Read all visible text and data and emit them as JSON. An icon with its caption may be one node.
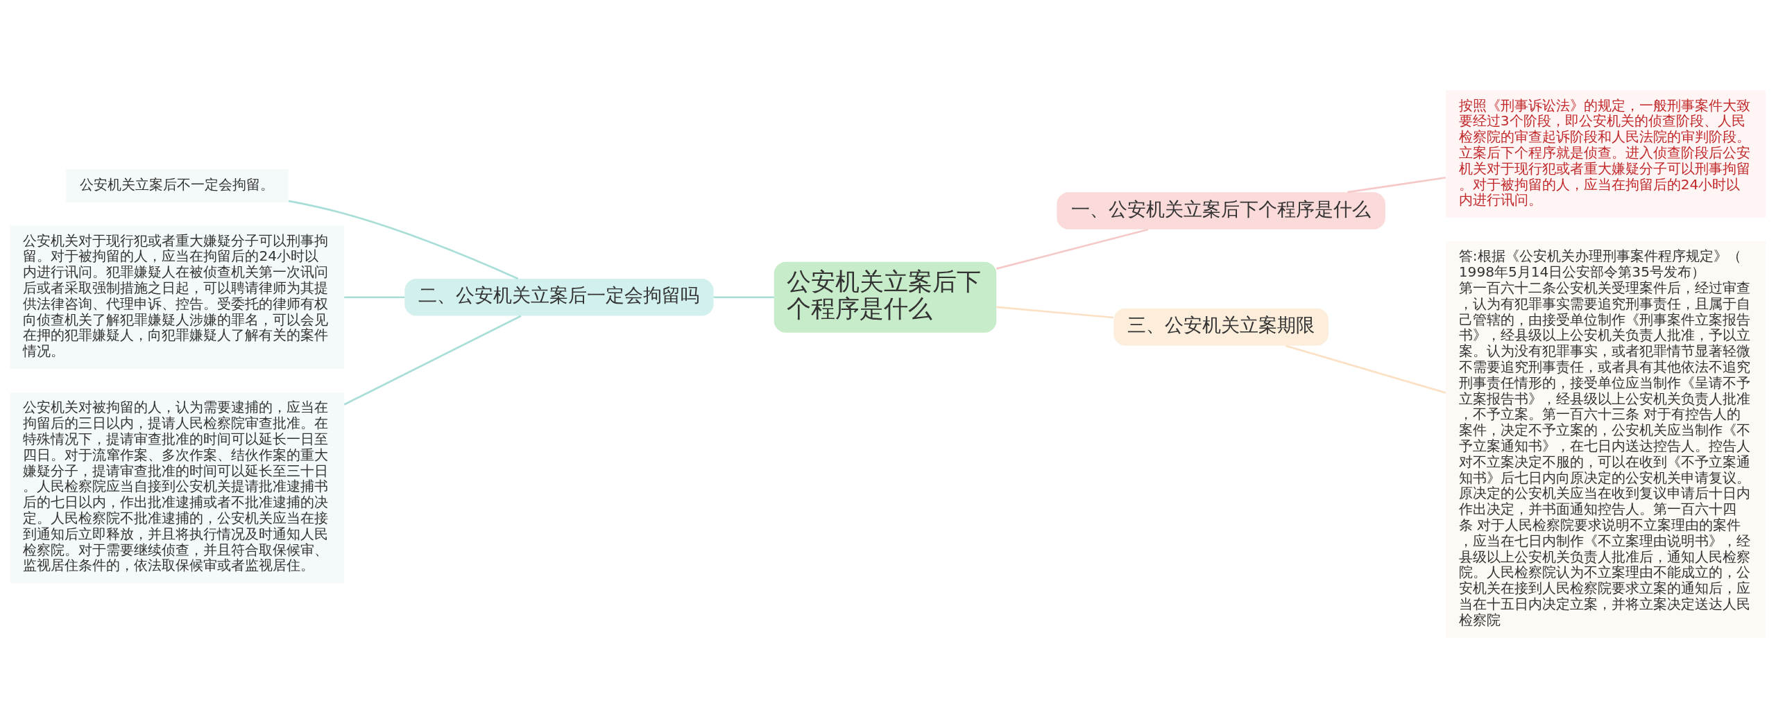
{
  "diagram": {
    "nodes": [
      {
        "text": [
          "公安机关立案后下个程序是什么"
        ]
      },
      {
        "text": [
          "一、公安机关立案后下个程序是什么"
        ]
      },
      {
        "text": [
          "按照《刑事诉讼法》的规定，一般刑事案件大致要经过3个阶段，即公安机关的侦查阶段、人民检察院的审查起诉阶段和人民法院的审判阶段。立案后下个程序就是侦查。进入侦查阶段后公安机关对于现行犯或者重大嫌疑分子可以刑事拘留。对于被拘留的人，应当在拘留后的24小时以内进行讯问。"
        ]
      },
      {
        "text": [
          "二、公安机关立案后一定会拘留吗"
        ]
      },
      {
        "text": [
          "公安机关立案后不一定会拘留。"
        ]
      },
      {
        "text": [
          "公安机关对于现行犯或者重大嫌疑分子可以刑事拘留。对于被拘留的人，应当在拘留后的24小时以内进行讯问。犯罪嫌疑人在被侦查机关第一次讯问后或者采取强制措施之日起，可以聘请律师为其提供法律咨询、代理申诉、控告。受委托的律师有权向侦查机关了解犯罪嫌疑人涉嫌的罪名，可以会见在押的犯罪嫌疑人，向犯罪嫌疑人了解有关的案件情况。"
        ]
      },
      {
        "text": [
          "公安机关对被拘留的人，认为需要逮捕的，应当在拘留后的三日以内，提请人民检察院审查批准。在特殊情况下，提请审查批准的时间可以延长一日至四日。对于流窜作案、多次作案、结伙作案的重大嫌疑分子，提请审查批准的时间可以延长至三十日。人民检察院应当自接到公安机关提请批准逮捕书后的七日以内，作出批准逮捕或者不批准逮捕的决定。人民检察院不批准逮捕的，公安机关应当在接到通知后立即释放，并且将执行情况及时通知人民检察院。对于需要继续侦查，并且符合取保候审、监视居住条件的，依法取保候审或者监视居住。"
        ]
      },
      {
        "text": [
          "三、公安机关立案期限"
        ]
      },
      {
        "text": [
          "答:根据《公安机关办理刑事案件程序规定》（1998年5月14日公安部令第35号发布）第一百六十二条公安机关受理案件后，经过审查，认为有犯罪事实需要追究刑事责任，且属于自己管辖的，由接受单位制作《刑事案件立案报告书》，经县级以上公安机关负责人批准，予以立案。认为没有犯罪事实，或者犯罪情节显著轻微不需要追究刑事责任，或者具有其他依法不追究刑事责任情形的，接受单位应当制作《呈请不予立案报告书》，经县级以上公安机关负责人批准，不予立案。第一百六十三条 对于有控告人的案件，决定不予立案的，公安机关应当制作《不予立案通知书》，在七日内送达控告人。控告人对不立案决定不服的，可以在收到《不予立案通知书》后七日内向原决定的公安机关申请复议。原决定的公安机关应当在收到复议申请后十日内作出决定，并书面通知控告人。第一百六十四条 对于人民检察院要求说明不立案理由的案件，应当在七日内制作《不立案理由说明书》，经县级以上公安机关负责人批准后，通知人民检察院。人民检察院认为不立案理由不能成立的，公安机关在接到人民检察院要求立案的通知后，应当在十五日内决定立案，并将立案决定送达人民检察院"
        ]
      }
    ],
    "edges": [
      {
        "from": 0,
        "to": 1,
        "arrow": "none",
        "color": "#f6c9c9"
      },
      {
        "from": 1,
        "to": 2,
        "arrow": "none",
        "color": "#f6c9c9"
      },
      {
        "from": 3,
        "to": 0,
        "arrow": "none",
        "color": "#a9ded8"
      },
      {
        "from": 4,
        "to": 3,
        "arrow": "none",
        "color": "#a9ded8"
      },
      {
        "from": 5,
        "to": 3,
        "arrow": "none",
        "color": "#a9ded8"
      },
      {
        "from": 6,
        "to": 3,
        "arrow": "none",
        "color": "#a9ded8"
      },
      {
        "from": 0,
        "to": 7,
        "arrow": "none",
        "color": "#fbe0c4"
      },
      {
        "from": 7,
        "to": 8,
        "arrow": "none",
        "color": "#fbe0c4"
      }
    ]
  }
}
